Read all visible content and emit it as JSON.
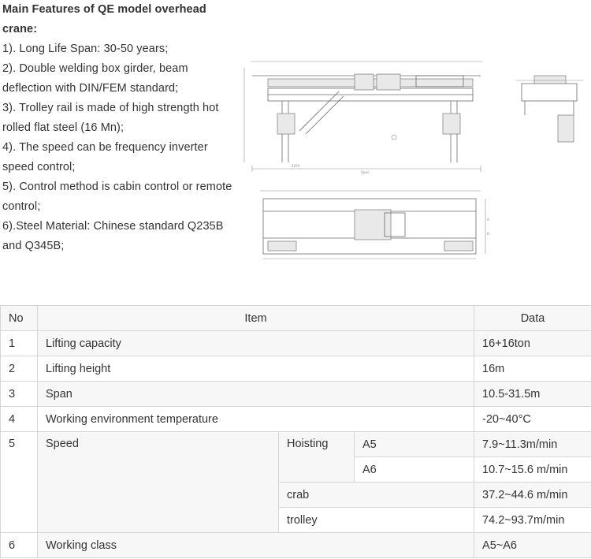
{
  "features": {
    "title": "Main Features of QE model overhead crane:",
    "items": [
      "1). Long Life Span: 30-50 years;",
      "2). Double welding box girder, beam deflection with DIN/FEM standard;",
      "3). Trolley rail is made of high strength hot rolled flat steel (16 Mn);",
      "4). The speed can be frequency inverter speed control;",
      "5). Control method is cabin control or remote control;",
      "6).Steel Material: Chinese standard Q235B and Q345B;"
    ]
  },
  "drawing": {
    "dimension_labels": [
      "Span",
      "2250",
      "A",
      "B"
    ]
  },
  "table": {
    "headers": {
      "no": "No",
      "item": "Item",
      "data": "Data"
    },
    "rows": [
      {
        "no": "1",
        "item": "Lifting capacity",
        "data": "16+16ton"
      },
      {
        "no": "2",
        "item": "Lifting height",
        "data": "16m"
      },
      {
        "no": "3",
        "item": "Span",
        "data": "10.5-31.5m"
      },
      {
        "no": "4",
        "item": "Working environment temperature",
        "data": "-20~40°C"
      }
    ],
    "speed": {
      "no": "5",
      "item": "Speed",
      "hoisting_label": "Hoisting",
      "a5_label": "A5",
      "a5_data": "7.9~11.3m/min",
      "a6_label": "A6",
      "a6_data": "10.7~15.6 m/min",
      "crab_label": "crab",
      "crab_data": "37.2~44.6 m/min",
      "trolley_label": "trolley",
      "trolley_data": "74.2~93.7m/min"
    },
    "class_row": {
      "no": "6",
      "item": "Working class",
      "data": "A5~A6"
    }
  }
}
